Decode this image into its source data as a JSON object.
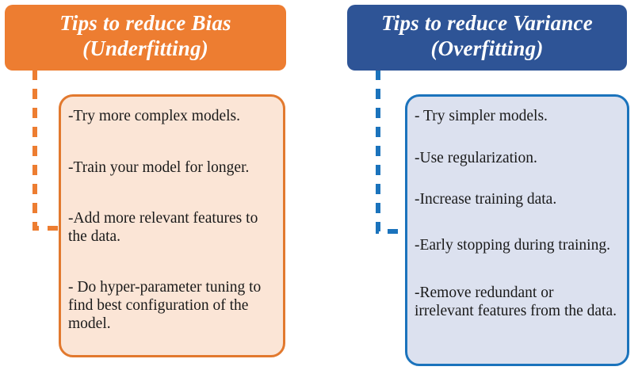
{
  "diagram": {
    "title_hidden": "",
    "columns": [
      {
        "id": "bias",
        "header": {
          "line1": "Tips to reduce Bias",
          "line2": "(Underfitting)",
          "fill_color": "#ED7D31",
          "text_color": "#FFFFFF"
        },
        "connector": {
          "style": "dashed-elbow",
          "color": "#ED7D31"
        },
        "body": {
          "fill_color": "#FBE5D6",
          "border_color": "#E2792E",
          "tips": [
            "-Try more complex models.",
            "-Train your model for longer.",
            "-Add more relevant features to the data.",
            "- Do hyper-parameter tuning to find best configuration of the model."
          ]
        }
      },
      {
        "id": "variance",
        "header": {
          "line1": "Tips to reduce Variance",
          "line2": "(Overfitting)",
          "fill_color": "#2E5496",
          "text_color": "#FFFFFF"
        },
        "connector": {
          "style": "dashed-elbow",
          "color": "#1B73BC"
        },
        "body": {
          "fill_color": "#DCE1EF",
          "border_color": "#1B73BC",
          "tips": [
            "- Try simpler models.",
            "-Use regularization.",
            "-Increase training data.",
            "-Early stopping during training.",
            "-Remove redundant or irrelevant features from the data."
          ]
        }
      }
    ]
  }
}
